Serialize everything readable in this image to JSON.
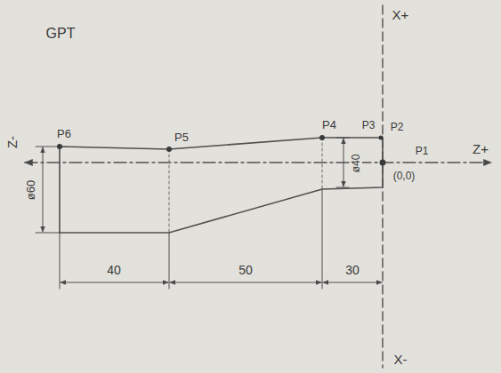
{
  "diagram": {
    "labels": [
      "GPT",
      "P6",
      "P5",
      "P4",
      "P3",
      "P2",
      "P1",
      "(0,0)",
      "X+",
      "X-",
      "Z+",
      "Z-",
      "ø60",
      "ø40",
      "40",
      "50",
      "30"
    ]
  }
}
